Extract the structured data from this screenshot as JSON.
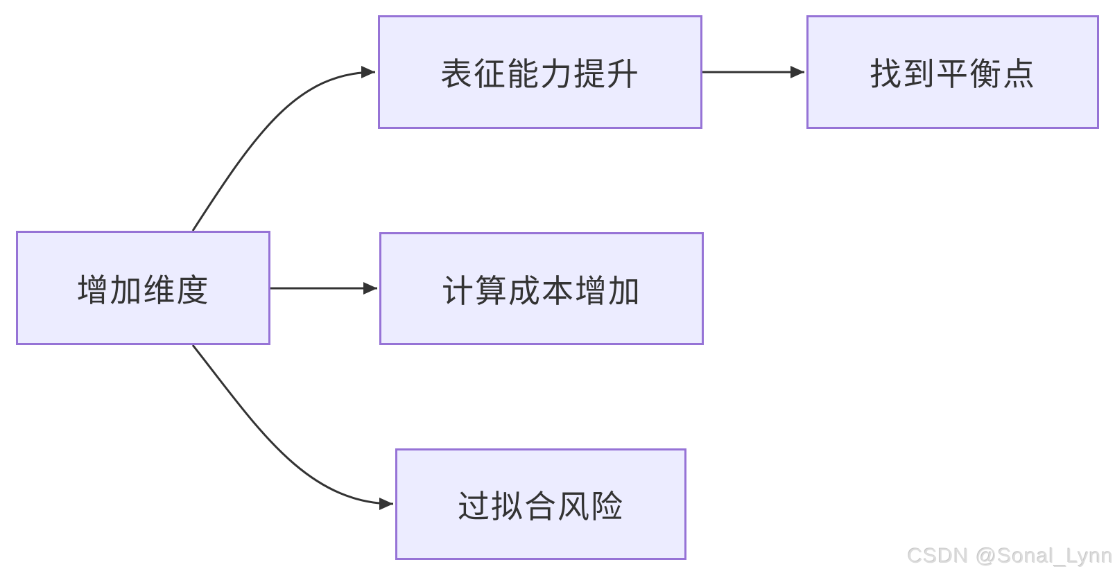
{
  "diagram": {
    "type": "flowchart",
    "direction": "left-to-right",
    "nodes": [
      {
        "id": "A",
        "label": "增加维度"
      },
      {
        "id": "B",
        "label": "表征能力提升"
      },
      {
        "id": "C",
        "label": "找到平衡点"
      },
      {
        "id": "D",
        "label": "计算成本增加"
      },
      {
        "id": "E",
        "label": "过拟合风险"
      }
    ],
    "edges": [
      {
        "from": "A",
        "to": "B",
        "from_label": "增加维度",
        "to_label": "表征能力提升",
        "style": "curved-arrow"
      },
      {
        "from": "B",
        "to": "C",
        "from_label": "表征能力提升",
        "to_label": "找到平衡点",
        "style": "straight-arrow"
      },
      {
        "from": "A",
        "to": "D",
        "from_label": "增加维度",
        "to_label": "计算成本增加",
        "style": "straight-arrow"
      },
      {
        "from": "A",
        "to": "E",
        "from_label": "增加维度",
        "to_label": "过拟合风险",
        "style": "curved-arrow"
      }
    ]
  },
  "watermark": {
    "text": "CSDN @Sonal_Lynn"
  },
  "colors": {
    "node_fill": "#ECECFF",
    "node_border": "#9673D6",
    "edge_color": "#333333",
    "text_color": "#333333",
    "background": "#FFFFFF",
    "watermark_color": "#DCDCDC"
  }
}
